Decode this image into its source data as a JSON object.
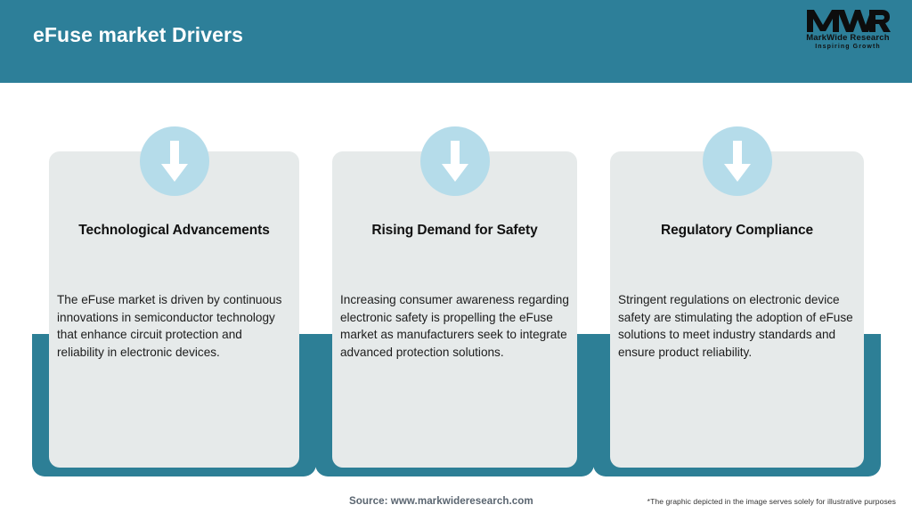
{
  "header": {
    "title": "eFuse market Drivers",
    "background_color": "#2d7f99",
    "logo": {
      "monogram": "MWR",
      "name": "MarkWide Research",
      "tagline": "Inspiring Growth"
    }
  },
  "theme": {
    "teal": "#2d7f96",
    "card_gray": "#e6eaea",
    "circle_blue": "#b5dcea",
    "heading_color": "#111111",
    "body_color": "#1c1c1c"
  },
  "cards": [
    {
      "icon": "arrow-down-icon",
      "title": "Technological Advancements",
      "body": "The eFuse market is driven by continuous innovations in semiconductor technology that enhance circuit protection and reliability in electronic devices."
    },
    {
      "icon": "arrow-down-icon",
      "title": "Rising Demand for Safety",
      "body": "Increasing consumer awareness regarding electronic safety is propelling the eFuse market as manufacturers seek to integrate advanced protection solutions."
    },
    {
      "icon": "arrow-down-icon",
      "title": "Regulatory Compliance",
      "body": "Stringent regulations on electronic device safety are stimulating the adoption of eFuse solutions to meet industry standards and ensure product reliability."
    }
  ],
  "footer": {
    "source": "Source: www.markwideresearch.com",
    "disclaimer": "*The graphic depicted in the image serves solely for illustrative purposes"
  }
}
